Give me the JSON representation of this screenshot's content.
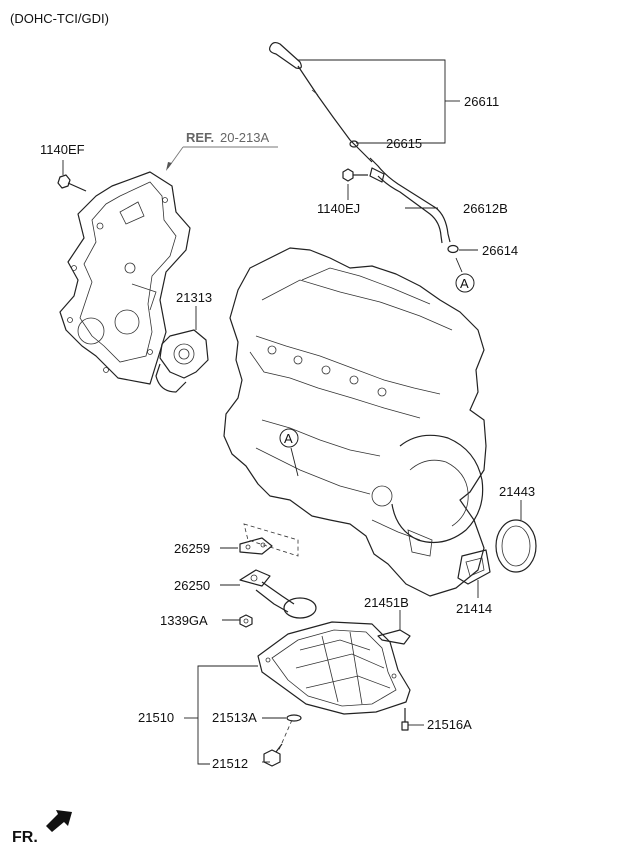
{
  "header": {
    "engine": "(DOHC-TCI/GDI)"
  },
  "reference": {
    "prefix": "REF.",
    "code": "20-213A"
  },
  "callout": {
    "letter": "A"
  },
  "footer": {
    "direction": "FR."
  },
  "parts": {
    "p26611": "26611",
    "p26615": "26615",
    "p26612B": "26612B",
    "p1140EJ": "1140EJ",
    "p26614": "26614",
    "p1140EF": "1140EF",
    "p21313": "21313",
    "p21443": "21443",
    "p26259": "26259",
    "p26250": "26250",
    "p21414": "21414",
    "p21451B": "21451B",
    "p1339GA": "1339GA",
    "p21510": "21510",
    "p21513A": "21513A",
    "p21516A": "21516A",
    "p21512": "21512"
  }
}
